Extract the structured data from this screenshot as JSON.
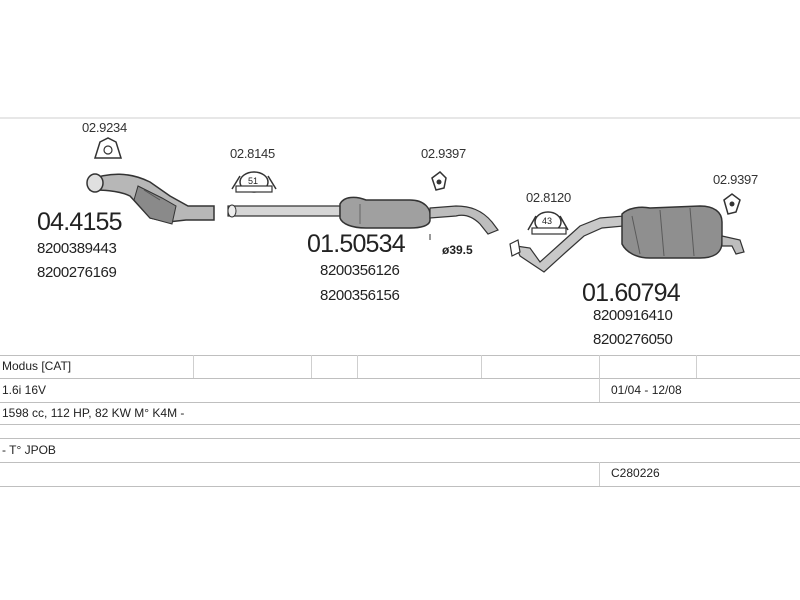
{
  "parts": {
    "catalyst": {
      "code": "04.4155",
      "refs": [
        "8200389443",
        "8200276169"
      ]
    },
    "middle_silencer": {
      "code": "01.50534",
      "refs": [
        "8200356126",
        "8200356156"
      ]
    },
    "rear_silencer": {
      "code": "01.60794",
      "refs": [
        "8200916410",
        "8200276050"
      ]
    }
  },
  "fittings": {
    "gasket_front": "02.9234",
    "clamp_front": {
      "code": "02.8145",
      "size": "51"
    },
    "hanger_middle": "02.9397",
    "clamp_rear": {
      "code": "02.8120",
      "size": "43"
    },
    "hanger_rear": "02.9397"
  },
  "pipe_diameter": "ø39.5",
  "info_table": {
    "model": "Modus  [CAT]",
    "engine": "1.6i 16V",
    "period": "01/04 - 12/08",
    "spec": "1598 cc, 112 HP, 82 KW M° K4M -",
    "type": "- T° JPOB",
    "catalog_ref": "C280226"
  }
}
